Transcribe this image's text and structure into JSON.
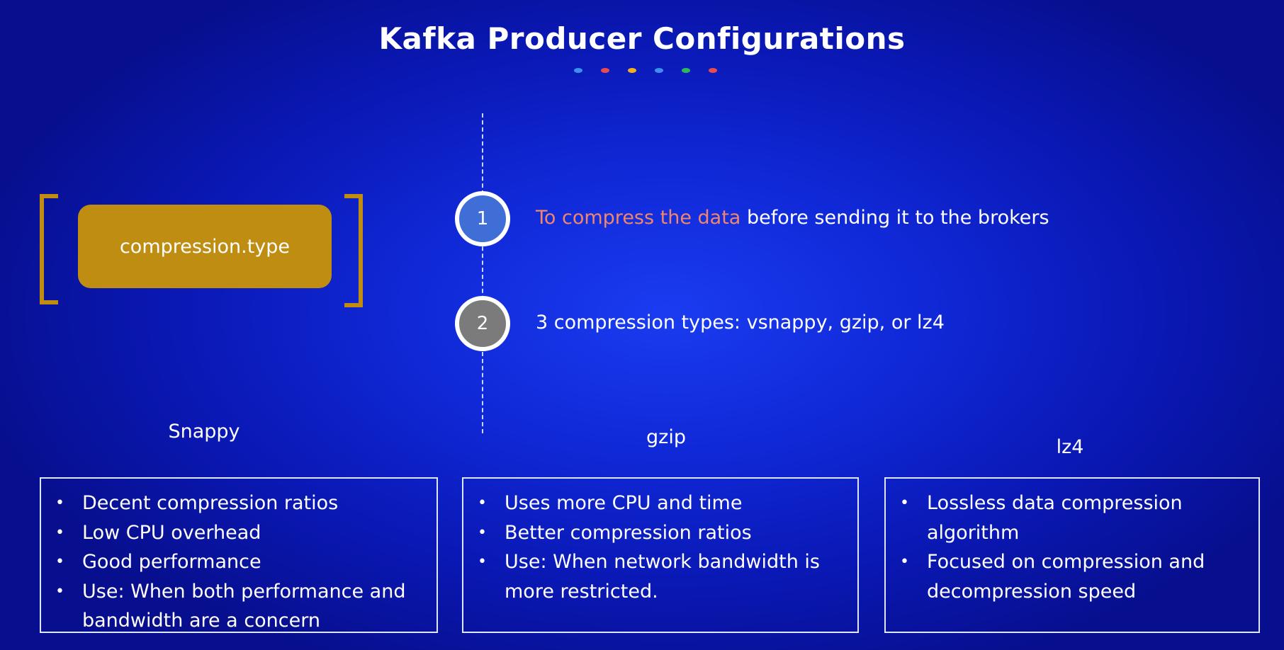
{
  "title": "Kafka Producer Configurations",
  "dot_colors": [
    "#3f8ff0",
    "#e84c4c",
    "#f2b01e",
    "#3f8ff0",
    "#2fb85a",
    "#e84c4c"
  ],
  "config_name": "compression.type",
  "steps": [
    {
      "number": "1",
      "highlight": "To compress the data",
      "text": " before sending it to the brokers"
    },
    {
      "number": "2",
      "highlight": "",
      "text": "3 compression types: vsnappy, gzip, or lz4"
    }
  ],
  "columns": [
    {
      "heading": "Snappy",
      "items": [
        "Decent compression ratios",
        "Low CPU overhead",
        "Good performance",
        "Use: When both performance and bandwidth are a concern"
      ]
    },
    {
      "heading": "gzip",
      "items": [
        "Uses more CPU and time",
        "Better compression ratios",
        "Use: When network bandwidth is more restricted."
      ]
    },
    {
      "heading": "lz4",
      "items": [
        "Lossless data compression algorithm",
        "Focused on compression and decompression speed"
      ]
    }
  ],
  "colors": {
    "accent_gold": "#bf8d12",
    "highlight": "#f0866a",
    "step1": "#3f6ed6",
    "step2": "#7b7b7b"
  }
}
